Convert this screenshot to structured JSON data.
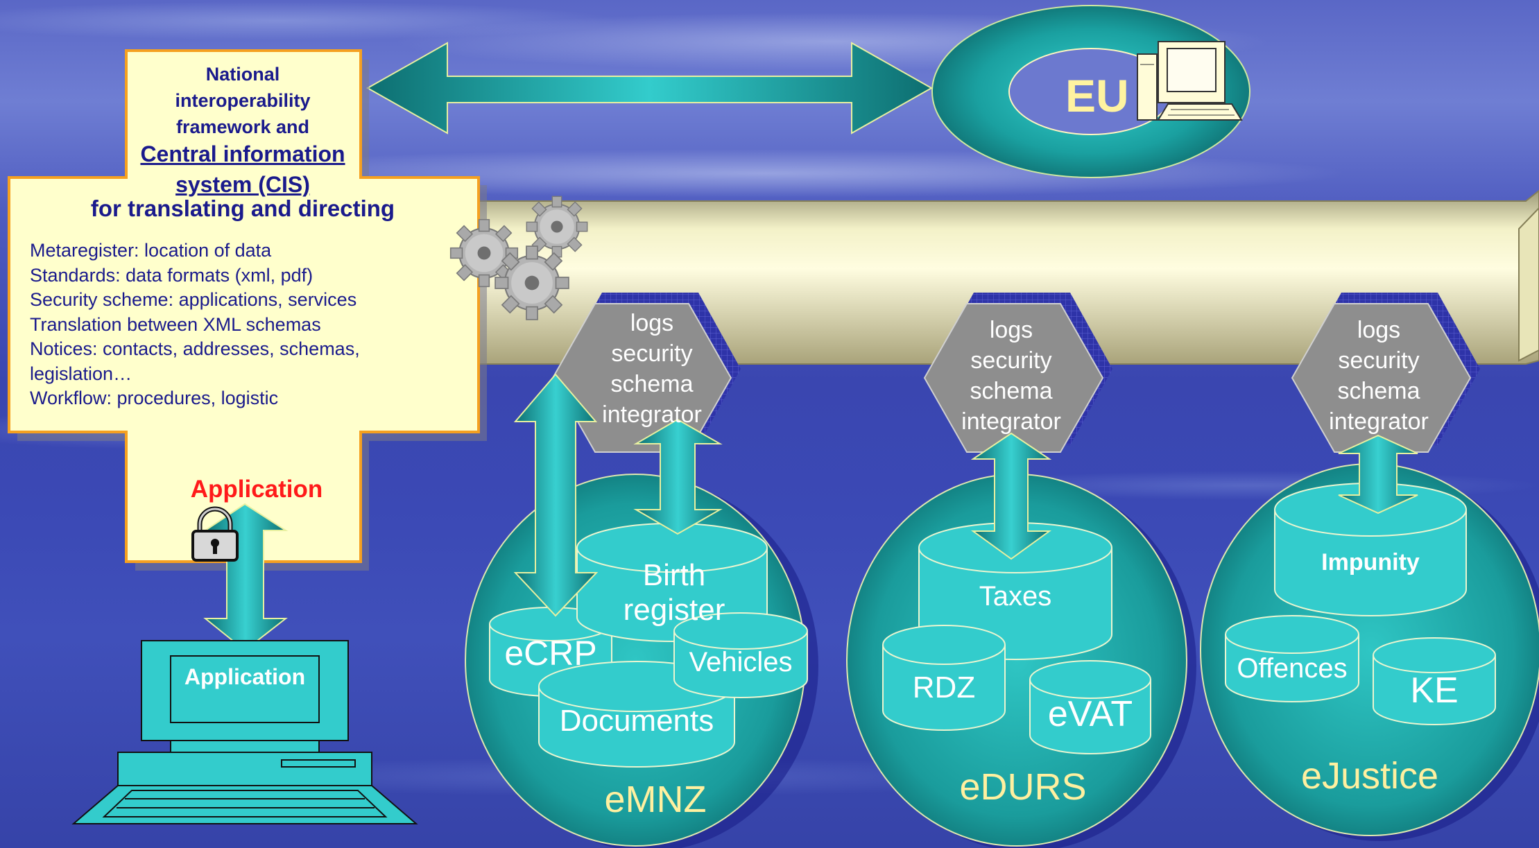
{
  "cis": {
    "title_line1": "National",
    "title_line2": "interoperability",
    "title_line3": "framework and",
    "title_link1": "Central information",
    "title_link2": "system (CIS)",
    "title_sub": "for translating and directing",
    "details": [
      "Metaregister: location of data",
      "Standards:  data formats (xml, pdf)",
      "Security scheme: applications, services",
      "Translation between XML schemas",
      "Notices: contacts, addresses, schemas,",
      "legislation…",
      "Workflow: procedures, logistic"
    ],
    "application_label": "Application"
  },
  "computer": {
    "screen_label": "Application"
  },
  "eu": {
    "label": "EU"
  },
  "hexagons": [
    {
      "lines": [
        "logs",
        "security",
        "schema",
        "integrator"
      ]
    },
    {
      "lines": [
        "logs",
        "security",
        "schema",
        "integrator"
      ]
    },
    {
      "lines": [
        "logs",
        "security",
        "schema",
        "integrator"
      ]
    }
  ],
  "zones": [
    {
      "name": "eMNZ",
      "databases": [
        "eCRP",
        "Birth register",
        "Vehicles",
        "Documents"
      ]
    },
    {
      "name": "eDURS",
      "databases": [
        "Taxes",
        "RDZ",
        "eVAT"
      ]
    },
    {
      "name": "eJustice",
      "databases": [
        "Impunity",
        "Offences",
        "KE"
      ]
    }
  ],
  "colors": {
    "teal": "#2ec9c6",
    "teal_dark": "#0d6e70",
    "cream": "#ffffcc",
    "orange_border": "#f5a020",
    "navy_text": "#1a1a8c",
    "red_text": "#ff1a1a",
    "zone_text": "#fff0a0",
    "hex_gray": "#8c8c8c"
  },
  "icons": [
    "gear-icon",
    "lock-icon",
    "desktop-computer-icon",
    "eu-computer-icon"
  ]
}
